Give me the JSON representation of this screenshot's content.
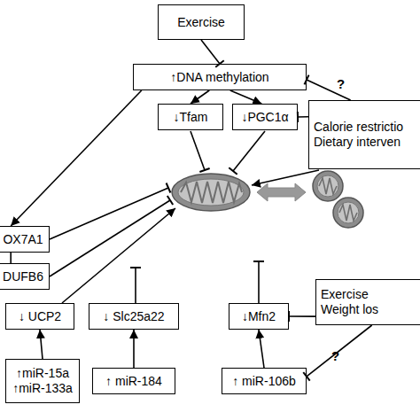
{
  "diagram": {
    "nodes": [
      {
        "text": [
          "Exercise"
        ]
      },
      {
        "text": [
          "↑DNA methylation"
        ]
      },
      {
        "text": [
          "↓Tfam"
        ]
      },
      {
        "text": [
          "↓PGC1α"
        ]
      },
      {
        "text": [
          "Calorie restrictio",
          "Dietary interven"
        ]
      },
      {
        "text": [
          "OX7A1"
        ]
      },
      {
        "text": [
          "DUFB6"
        ]
      },
      {
        "text": [
          "↓ UCP2"
        ]
      },
      {
        "text": [
          "↓ Slc25a22"
        ]
      },
      {
        "text": [
          "↓Mfn2"
        ]
      },
      {
        "text": [
          "Exercise",
          "Weight los"
        ]
      },
      {
        "text": [
          "↑miR-15a",
          "↑miR-133a"
        ]
      },
      {
        "text": [
          "↑ miR-184"
        ]
      },
      {
        "text": [
          "↑ miR-106b"
        ]
      }
    ],
    "edges": [
      {
        "from": 0,
        "to": 1,
        "arrow": "to"
      },
      {
        "from": 1,
        "to": 2,
        "arrow": "to"
      },
      {
        "from": 1,
        "to": 3,
        "arrow": "to"
      },
      {
        "from": 1,
        "to": 5,
        "arrow": "to"
      },
      {
        "from": 4,
        "to": 1,
        "label": "?",
        "arrow": "to"
      },
      {
        "from": 4,
        "to": 3,
        "arrow": "to"
      },
      {
        "from": 5,
        "to": 6,
        "arrow": "none"
      },
      {
        "from": 11,
        "to": 7,
        "arrow": "to"
      },
      {
        "from": 12,
        "to": 8,
        "arrow": "to"
      },
      {
        "from": 13,
        "to": 9,
        "arrow": "to"
      },
      {
        "from": 10,
        "to": 9,
        "arrow": "to"
      },
      {
        "from": 10,
        "to": 13,
        "label": "?",
        "arrow": "to"
      }
    ]
  }
}
